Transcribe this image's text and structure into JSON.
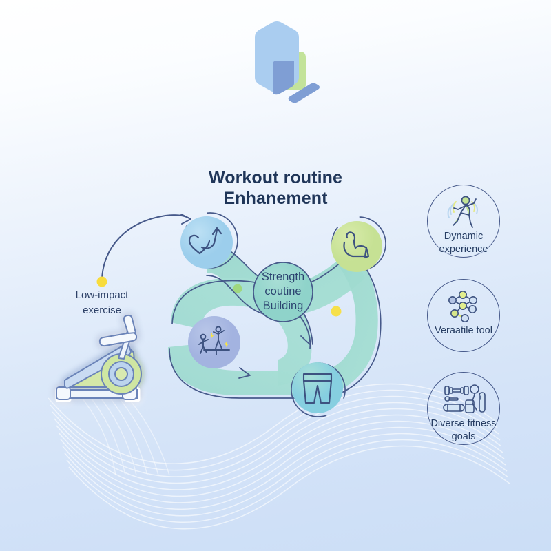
{
  "brand": {
    "logo_name": "hexagon-logo",
    "colors": {
      "logo_light_blue": "#aacdf0",
      "logo_green": "#c3e39a",
      "logo_blue": "#7f9ed4"
    }
  },
  "header": {
    "title_line_1": "Workout routine",
    "title_line_2": "Enhanement",
    "title_color": "#1f3558"
  },
  "diagram": {
    "center_node": {
      "name": "strength-routine-building-node",
      "line_1": "Strength",
      "line_2": "coutine",
      "line_3": "Building",
      "fill": "#9bd9d2"
    },
    "nodes": [
      {
        "name": "heart-growth-node",
        "icon": "heart-arrow-icon",
        "fill": "#a3d2ee"
      },
      {
        "name": "muscle-strength-node",
        "icon": "flexed-bicep-icon",
        "fill": "#cde59a"
      },
      {
        "name": "step-training-node",
        "icon": "two-people-step-icon",
        "fill": "#a9b9e2"
      },
      {
        "name": "apparel-node",
        "icon": "shorts-icon",
        "fill": "#8fd3dd"
      }
    ],
    "ribbon_color": "#9ad9cd",
    "stroke_color": "#46598a",
    "dots": [
      {
        "name": "green-accent-dot",
        "color": "#9fd77f"
      },
      {
        "name": "yellow-accent-dot",
        "color": "#f6e04a"
      }
    ]
  },
  "left_callout": {
    "label_line_1": "Low-impact",
    "label_line_2": "exercise",
    "marker_name": "yellow-marker-dot",
    "marker_color": "#f8dc3c",
    "arrow_name": "curved-arrow",
    "illustration_name": "elliptical-machine-illustration"
  },
  "feature_cards": [
    {
      "name": "card-dynamic-experience",
      "icon": "running-person-icon",
      "caption_line_1": "Dynamic",
      "caption_line_2": "experience",
      "icon_fill": "#c3e496"
    },
    {
      "name": "card-veraatile-tool",
      "icon": "network-nodes-icon",
      "caption_line_1": "Veraatile tool",
      "caption_line_2": "",
      "icon_fill": "#e3ef9a"
    },
    {
      "name": "card-diverse-fitness-goals",
      "icon": "gym-equipment-icon",
      "caption_line_1": "Diverse fitness",
      "caption_line_2": "goals",
      "icon_fill": "#b9d9ec"
    }
  ],
  "decor": {
    "wave_lines_name": "decorative-wave-lines",
    "wave_color": "#ffffff"
  }
}
